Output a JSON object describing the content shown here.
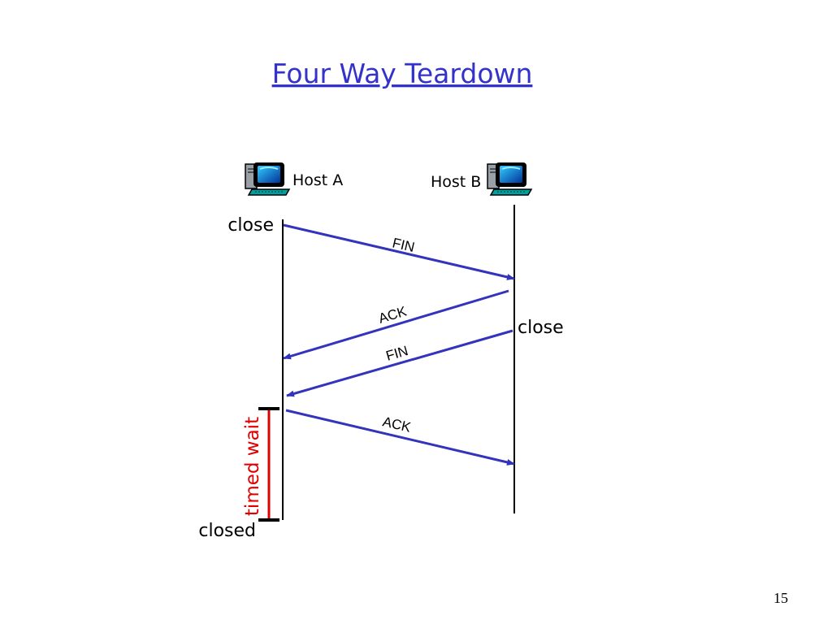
{
  "slide": {
    "title": "Four Way Teardown",
    "page_number": "15"
  },
  "hosts": {
    "a": {
      "label": "Host A",
      "icon": "computer-icon"
    },
    "b": {
      "label": "Host B",
      "icon": "computer-icon"
    }
  },
  "events": {
    "a_close": "close",
    "b_close": "close",
    "a_closed": "closed"
  },
  "messages": [
    {
      "label": "FIN",
      "from": "Host A",
      "to": "Host B"
    },
    {
      "label": "ACK",
      "from": "Host B",
      "to": "Host A"
    },
    {
      "label": "FIN",
      "from": "Host B",
      "to": "Host A"
    },
    {
      "label": "ACK",
      "from": "Host A",
      "to": "Host B"
    }
  ],
  "timer": {
    "label": "timed wait"
  },
  "colors": {
    "title": "#3333cc",
    "arrow": "#3333bb",
    "timer": "#e00000",
    "text": "#000000"
  }
}
